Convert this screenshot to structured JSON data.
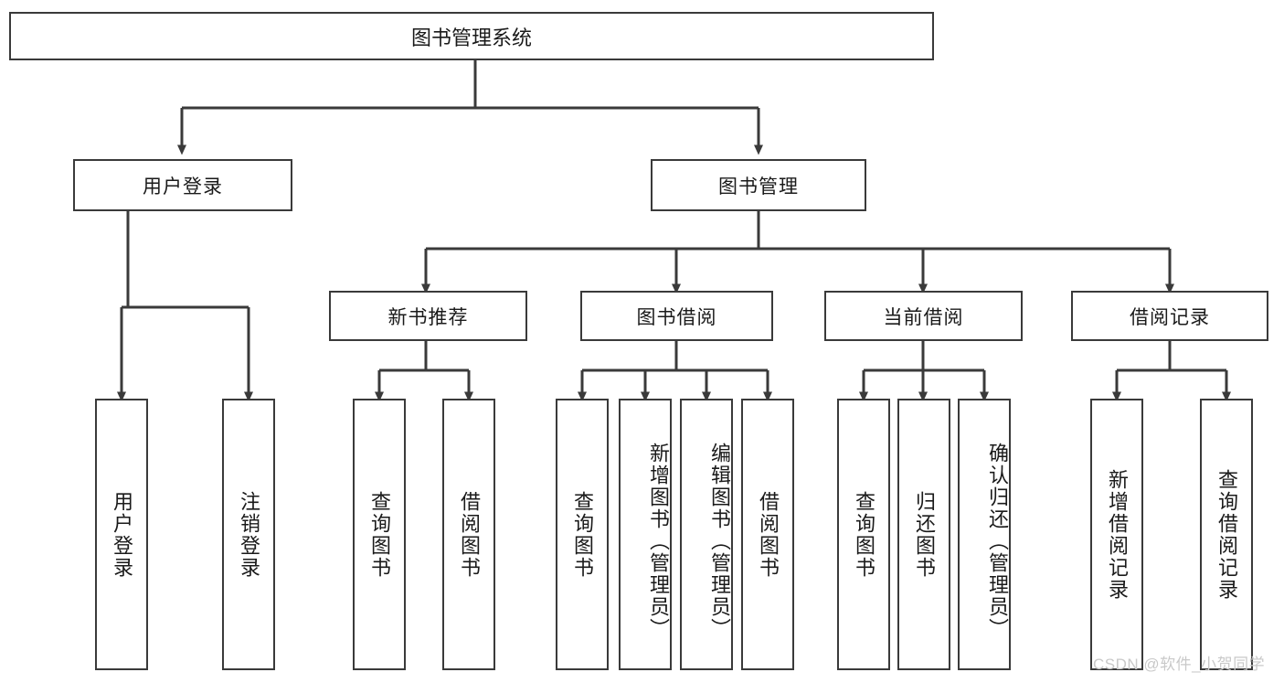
{
  "diagram": {
    "title": "图书管理系统",
    "type": "tree",
    "watermark": "CSDN @软件_小贺同学",
    "colors": {
      "box_border": "#3a3a3a",
      "box_fill": "#ffffff",
      "connector": "#3a3a3a",
      "text": "#1a1a1a",
      "watermark": "#c9c9c9"
    },
    "levels": {
      "root": {
        "label": "图书管理系统"
      },
      "level2": [
        {
          "label": "用户登录"
        },
        {
          "label": "图书管理"
        }
      ],
      "level3": [
        {
          "label": "新书推荐"
        },
        {
          "label": "图书借阅"
        },
        {
          "label": "当前借阅"
        },
        {
          "label": "借阅记录"
        }
      ],
      "leaves": [
        {
          "label": "用户登录",
          "parent": "用户登录"
        },
        {
          "label": "注销登录",
          "parent": "用户登录"
        },
        {
          "label": "查询图书",
          "parent": "新书推荐"
        },
        {
          "label": "借阅图书",
          "parent": "新书推荐"
        },
        {
          "label": "查询图书",
          "parent": "图书借阅"
        },
        {
          "label": "新增图书（管理员）",
          "parent": "图书借阅"
        },
        {
          "label": "编辑图书（管理员）",
          "parent": "图书借阅"
        },
        {
          "label": "借阅图书",
          "parent": "图书借阅"
        },
        {
          "label": "查询图书",
          "parent": "当前借阅"
        },
        {
          "label": "归还图书",
          "parent": "当前借阅"
        },
        {
          "label": "确认归还（管理员）",
          "parent": "当前借阅"
        },
        {
          "label": "新增借阅记录",
          "parent": "借阅记录"
        },
        {
          "label": "查询借阅记录",
          "parent": "借阅记录"
        }
      ]
    }
  }
}
